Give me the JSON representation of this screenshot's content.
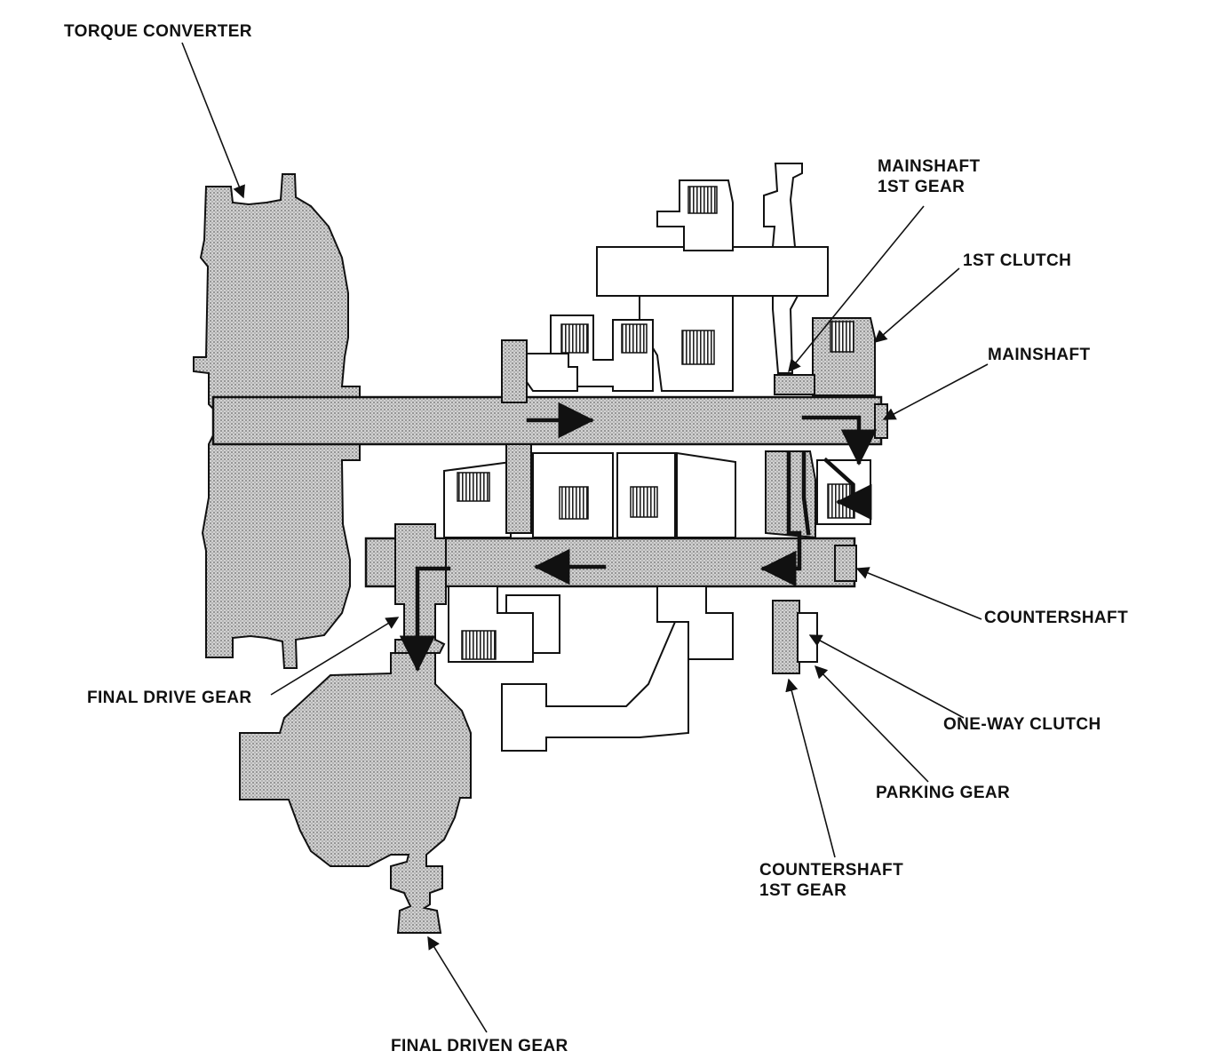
{
  "labels": {
    "torque_converter": "TORQUE CONVERTER",
    "mainshaft_1st_gear": [
      "MAINSHAFT",
      "1ST GEAR"
    ],
    "first_clutch": "1ST CLUTCH",
    "mainshaft": "MAINSHAFT",
    "countershaft": "COUNTERSHAFT",
    "one_way_clutch": "ONE-WAY CLUTCH",
    "parking_gear": "PARKING GEAR",
    "countershaft_1st_gear": [
      "COUNTERSHAFT",
      "1ST GEAR"
    ],
    "final_drive_gear": "FINAL DRIVE GEAR",
    "final_driven_gear": "FINAL DRIVEN GEAR"
  },
  "colors": {
    "ink": "#111111",
    "stipple": "#9a9a9a",
    "background": "#ffffff"
  }
}
